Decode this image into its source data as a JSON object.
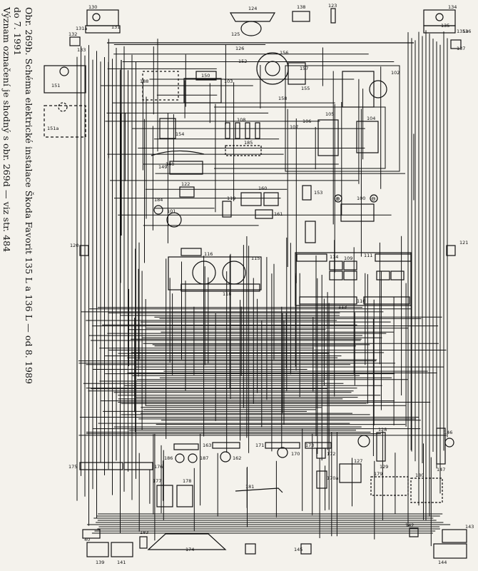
{
  "caption": {
    "line1": "Obr. 269b. Schéma elektrické instalace Škoda Favorit 135 L a 136 L — od 8. 1989",
    "line2": "do 7. 1991",
    "line3": "Význam označení je shodný s obr. 269d — viz str. 484"
  },
  "labels": {
    "n124": "124",
    "n138": "138",
    "n123": "123",
    "n130": "130",
    "n131a": "131a",
    "n131": "131",
    "n132": "132",
    "n133": "133",
    "n134": "134",
    "n135a": "135a",
    "n135": "135",
    "n136": "136",
    "n137": "137",
    "n125": "125",
    "n126": "126",
    "n152": "152",
    "n156": "156",
    "n157": "157",
    "n158": "158",
    "n155": "155",
    "n102": "102",
    "n150": "150",
    "n103": "103",
    "n188": "188",
    "n151": "151",
    "n151a": "151a",
    "n154": "154",
    "n108": "108",
    "n107": "107",
    "n105": "105",
    "n106": "106",
    "n104": "104",
    "n185": "185",
    "n148": "148",
    "n149": "149",
    "n122": "122",
    "n160": "160",
    "n153": "153",
    "n100": "100",
    "n184": "184",
    "n119": "119",
    "n161": "161",
    "n101": "101",
    "n120": "120",
    "n121": "121",
    "n118": "118",
    "n115": "115",
    "n116": "116",
    "n114": "114",
    "n109": "109",
    "n111": "111",
    "n113": "113",
    "n110": "110",
    "n128": "128",
    "n129": "129",
    "n146": "146",
    "n147": "147",
    "n186": "186",
    "n187": "187",
    "n163": "163",
    "n162": "162",
    "n171": "171",
    "n170": "170",
    "n173": "173",
    "n172": "172",
    "n127": "127",
    "n175": "175",
    "n176": "176",
    "n179": "179",
    "n180": "180",
    "n177": "177",
    "n178": "178",
    "n181": "181",
    "n170a": "170a",
    "n40": "40",
    "n183": "183",
    "n174": "174",
    "n142": "142",
    "n143": "143",
    "n139": "139",
    "n141": "141",
    "n145": "145",
    "n144": "144",
    "plus": "⊕",
    "minus": "⊖"
  },
  "colors": {
    "ink": "#111111",
    "paper": "#f4f2ec"
  }
}
